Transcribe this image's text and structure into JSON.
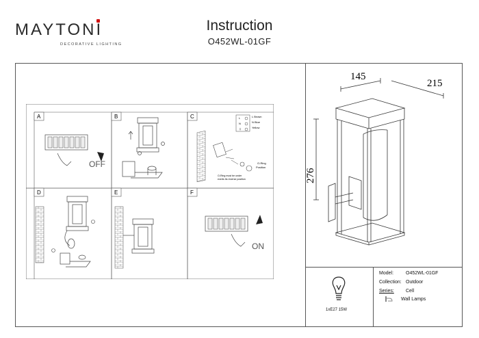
{
  "brand": {
    "name": "MAYTONI",
    "tagline": "DECORATIVE LIGHTING",
    "accent_color": "#d11111"
  },
  "header": {
    "title": "Instruction",
    "model": "O452WL-01GF"
  },
  "steps": {
    "panels": [
      "A",
      "B",
      "C",
      "D",
      "E",
      "F"
    ],
    "off_label": "OFF",
    "on_label": "ON",
    "terminal_L": "L",
    "terminal_N": "N",
    "terminal_ground": "⏚",
    "wire_brown": "L Brown",
    "wire_blue": "N Blue",
    "wire_yellow": "Yellow",
    "oring_label": "O-Ring",
    "oring_position": "Position",
    "oring_note1": "O-Ring must be under",
    "oring_note2": "exerts its reverse position"
  },
  "dimensions": {
    "width": "145",
    "depth": "215",
    "height": "276"
  },
  "bulb": {
    "spec": "1xE27 15W",
    "icon": "bulb-icon"
  },
  "info": {
    "model_label": "Model:",
    "model_value": "O452WL-01GF",
    "collection_label": "Collection:",
    "collection_value": "Outdoor",
    "series_label": "Series:",
    "series_value": "Cell",
    "type_value": "Wall Lamps",
    "type_icon": "wall-lamp-icon"
  }
}
